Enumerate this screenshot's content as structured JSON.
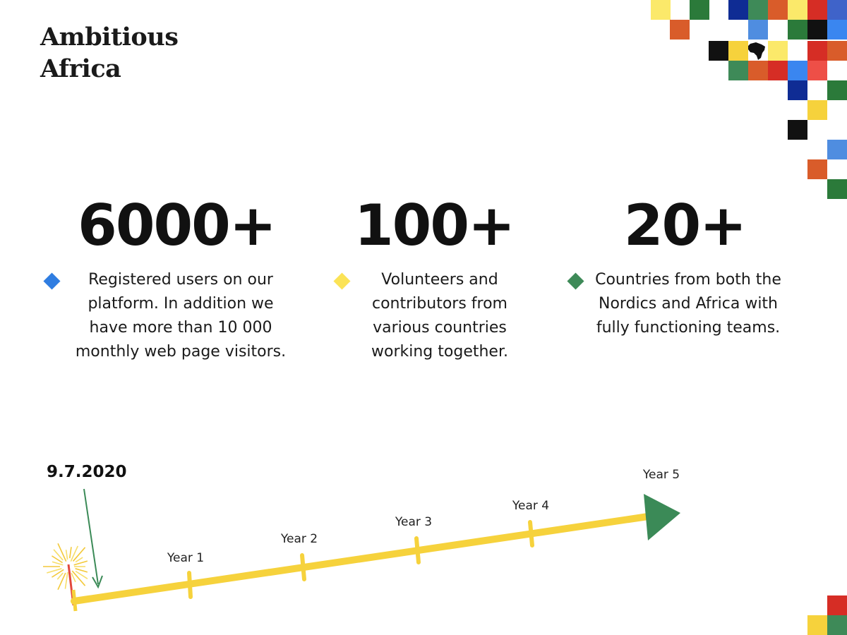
{
  "brand": {
    "line1": "Ambitious",
    "line2": "Africa"
  },
  "colors": {
    "blue": "#2f7de1",
    "yellow": "#fbe356",
    "green": "#3e8a58",
    "track": "#f6d23c",
    "arrow": "#3b8a57"
  },
  "stats": [
    {
      "value": "6000+",
      "description": "Registered users on our platform. In addition we have more than 10 000 monthly web page visitors.",
      "bullet_color": "#2f7de1"
    },
    {
      "value": "100+",
      "description": "Volunteers and contributors from various countries working together.",
      "bullet_color": "#fbe356"
    },
    {
      "value": "20+",
      "description": "Countries from both the Nordics and Africa with fully functioning teams.",
      "bullet_color": "#3e8a58"
    }
  ],
  "timeline": {
    "start_date": "9.7.2020",
    "milestones": [
      "Year 1",
      "Year 2",
      "Year 3",
      "Year 4",
      "Year 5"
    ]
  },
  "icons": [
    "africa-icon",
    "sparkler-icon",
    "arrow-head-icon",
    "pointer-arrow-icon"
  ]
}
